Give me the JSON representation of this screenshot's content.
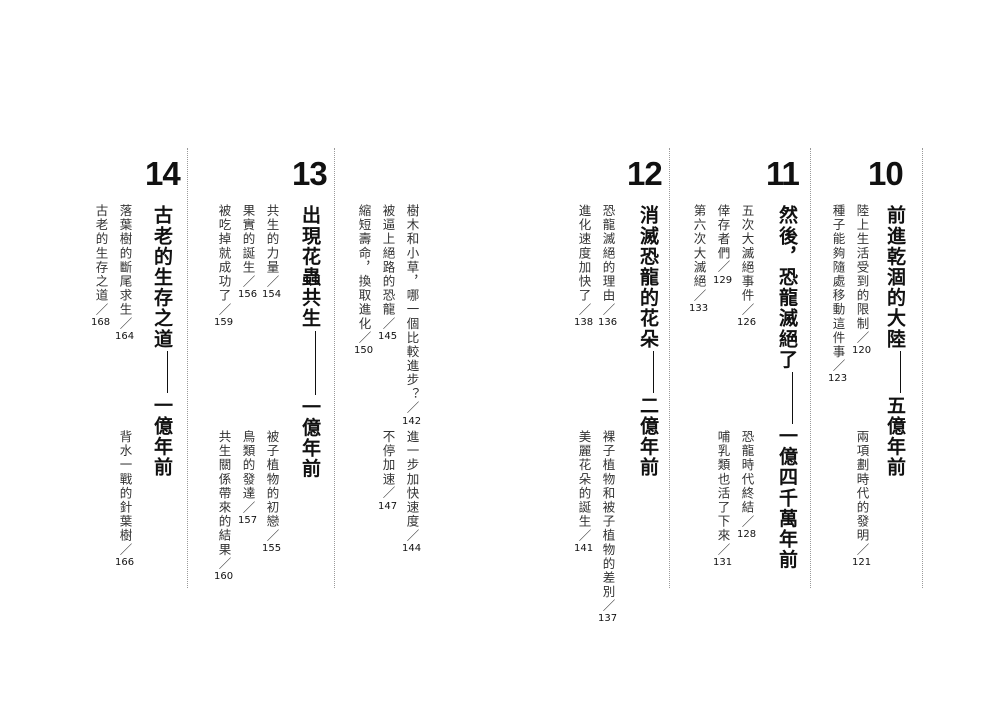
{
  "chapters": [
    {
      "number": "10",
      "title_a": "前進乾涸的大陸",
      "title_b": "五億年前",
      "entries": [
        {
          "text": "陸上生活受到的限制",
          "page": "120"
        },
        {
          "text": "種子能夠隨處移動這件事",
          "page": "123"
        },
        {
          "text": "兩項劃時代的發明",
          "page": "121"
        }
      ]
    },
    {
      "number": "11",
      "title_a": "然後，恐龍滅絕了",
      "title_b": "一億四千萬年前",
      "entries": [
        {
          "text": "五次大滅絕事件",
          "page": "126"
        },
        {
          "text": "倖存者們",
          "page": "129"
        },
        {
          "text": "第六次大滅絕",
          "page": "133"
        },
        {
          "text": "恐龍時代終結",
          "page": "128"
        },
        {
          "text": "哺乳類也活了下來",
          "page": "131"
        }
      ]
    },
    {
      "number": "12",
      "title_a": "消滅恐龍的花朵",
      "title_b": "二億年前",
      "entries": [
        {
          "text": "恐龍滅絕的理由",
          "page": "136"
        },
        {
          "text": "進化速度加快了",
          "page": "138"
        },
        {
          "text": "裸子植物和被子植物的差別",
          "page": "137"
        },
        {
          "text": "美麗花朵的誕生",
          "page": "141"
        },
        {
          "text": "樹木和小草，哪一個比較進步？",
          "page": "142"
        },
        {
          "text": "被逼上絕路的恐龍",
          "page": "145"
        },
        {
          "text": "縮短壽命，換取進化",
          "page": "150"
        },
        {
          "text": "進一步加快速度",
          "page": "144"
        },
        {
          "text": "不停加速",
          "page": "147"
        }
      ]
    },
    {
      "number": "13",
      "title_a": "出現花蟲共生",
      "title_b": "一億年前",
      "entries": [
        {
          "text": "共生的力量",
          "page": "154"
        },
        {
          "text": "果實的誕生",
          "page": "156"
        },
        {
          "text": "被吃掉就成功了",
          "page": "159"
        },
        {
          "text": "被子植物的初戀",
          "page": "155"
        },
        {
          "text": "鳥類的發達",
          "page": "157"
        },
        {
          "text": "共生關係帶來的結果",
          "page": "160"
        }
      ]
    },
    {
      "number": "14",
      "title_a": "古老的生存之道",
      "title_b": "一億年前",
      "entries": [
        {
          "text": "落葉樹的斷尾求生",
          "page": "164"
        },
        {
          "text": "古老的生存之道",
          "page": "168"
        },
        {
          "text": "背水一戰的針葉樹",
          "page": "166"
        }
      ]
    }
  ],
  "slash": "／"
}
